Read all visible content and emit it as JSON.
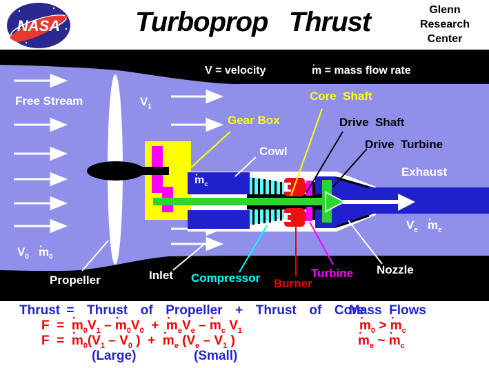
{
  "header": {
    "title": "Turboprop   Thrust",
    "nasa": "NASA",
    "org": [
      "Glenn",
      "Research",
      "Center"
    ]
  },
  "legend": {
    "v_velocity": "V = velocity",
    "m_flow_rate": [
      {
        "t": "m",
        "dot": true
      },
      {
        "t": " = mass flow rate"
      }
    ]
  },
  "diagram_labels": {
    "free_stream": "Free Stream",
    "v1": [
      {
        "t": "V",
        "sub": "1"
      }
    ],
    "core_shaft": "Core  Shaft",
    "gear_box": "Gear Box",
    "drive_shaft": "Drive  Shaft",
    "drive_turbine": "Drive  Turbine",
    "cowl": "Cowl",
    "exhaust": "Exhaust",
    "mc": [
      {
        "t": "m",
        "dot": true,
        "sub": "c"
      }
    ],
    "ve_me": [
      {
        "t": "V",
        "sub": "e"
      },
      {
        "t": "   "
      },
      {
        "t": "m",
        "dot": true,
        "sub": "e"
      }
    ],
    "v0_m0": [
      {
        "t": "V",
        "sub": "0"
      },
      {
        "t": "   "
      },
      {
        "t": "m",
        "dot": true,
        "sub": "0"
      }
    ],
    "propeller": "Propeller",
    "inlet": "Inlet",
    "compressor": "Compressor",
    "burner": "Burner",
    "turbine": "Turbine",
    "nozzle": "Nozzle"
  },
  "equations": {
    "eq1": "Thrust =  Thrust  of  Propeller  +  Thrust  of  Core",
    "eq2": [
      {
        "t": "F  =  "
      },
      {
        "t": "m",
        "dot": true,
        "sub": "0"
      },
      {
        "t": "V",
        "sub": "1"
      },
      {
        "t": " – "
      },
      {
        "t": "m",
        "dot": true,
        "sub": "0"
      },
      {
        "t": "V",
        "sub": "0"
      },
      {
        "t": "  +  "
      },
      {
        "t": "m",
        "dot": true,
        "sub": "e"
      },
      {
        "t": "V",
        "sub": "e"
      },
      {
        "t": " – "
      },
      {
        "t": "m",
        "dot": true,
        "sub": "c"
      },
      {
        "t": " V",
        "sub": "1"
      }
    ],
    "eq3": [
      {
        "t": "F  =  "
      },
      {
        "t": "m",
        "dot": true,
        "sub": "0"
      },
      {
        "t": "(V",
        "sub": "1"
      },
      {
        "t": " – V",
        "sub": "0"
      },
      {
        "t": " )  +  "
      },
      {
        "t": "m",
        "dot": true,
        "sub": "e"
      },
      {
        "t": " (V",
        "sub": "e"
      },
      {
        "t": " – V",
        "sub": "1"
      },
      {
        "t": " )"
      }
    ],
    "large": "(Large)",
    "small": "(Small)",
    "mass_flows": "Mass  Flows",
    "mf1": [
      {
        "t": "m",
        "dot": true,
        "sub": "0"
      },
      {
        "t": " > "
      },
      {
        "t": "m",
        "dot": true,
        "sub": "c"
      }
    ],
    "mf2": [
      {
        "t": "m",
        "dot": true,
        "sub": "e"
      },
      {
        "t": " ~ "
      },
      {
        "t": "m",
        "dot": true,
        "sub": "c"
      }
    ]
  },
  "colors": {
    "background_purple": "#9090EA",
    "engine_blue": "#2020CC",
    "gearbox_yellow": "#FFFF00",
    "shaft_green": "#2ED52E",
    "compressor_cyan": "#55FFFF",
    "burner_red": "#EE1111",
    "turbine_magenta": "#FF00FF",
    "equation_blue": "#2222CC",
    "equation_red": "#EE0000",
    "nasa_blue": "#292990",
    "nasa_red": "#E8392F"
  }
}
